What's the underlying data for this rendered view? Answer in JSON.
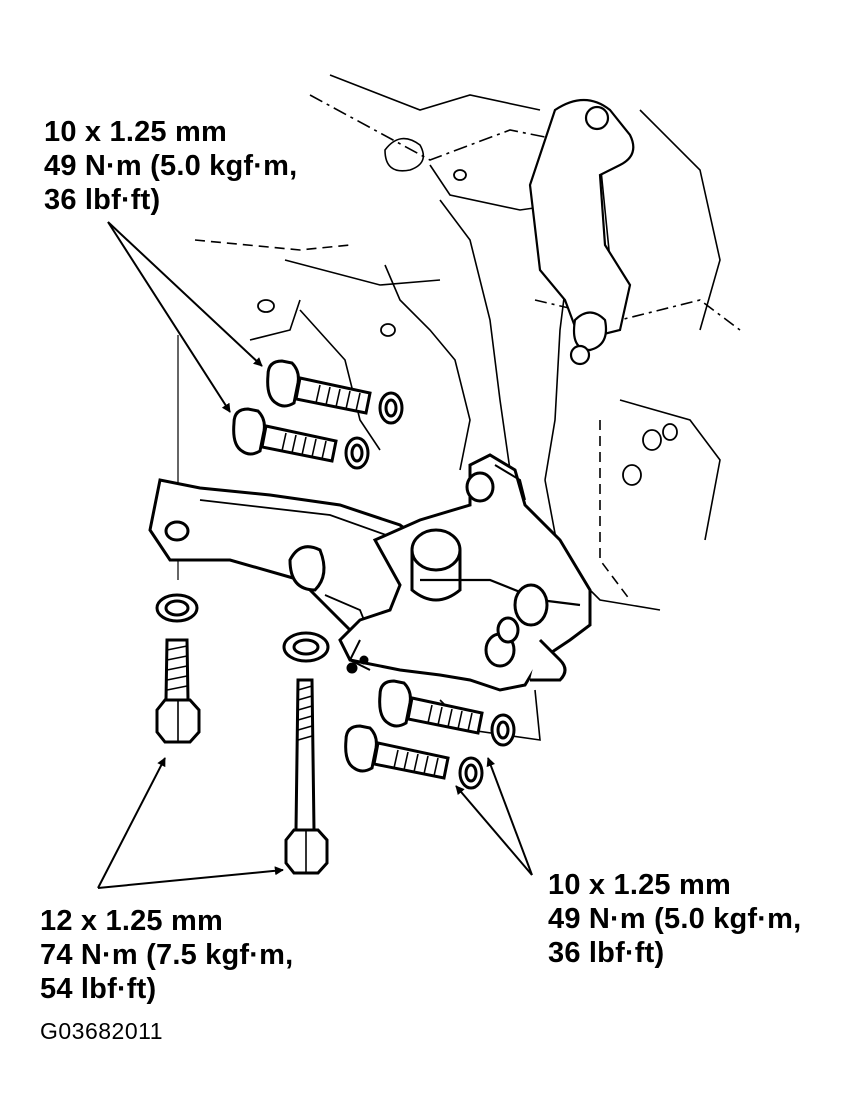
{
  "callouts": {
    "top": {
      "line1": "10 x 1.25 mm",
      "line2": "49 N·m (5.0 kgf·m,",
      "line3": "36 lbf·ft)"
    },
    "bottom_left": {
      "line1": "12 x 1.25 mm",
      "line2": "74 N·m (7.5 kgf·m,",
      "line3": "54 lbf·ft)"
    },
    "bottom_right": {
      "line1": "10 x 1.25 mm",
      "line2": "49 N·m (5.0 kgf·m,",
      "line3": "36 lbf·ft)"
    }
  },
  "figure_code": "G03682011",
  "colors": {
    "ink": "#000000",
    "paper": "#ffffff"
  }
}
